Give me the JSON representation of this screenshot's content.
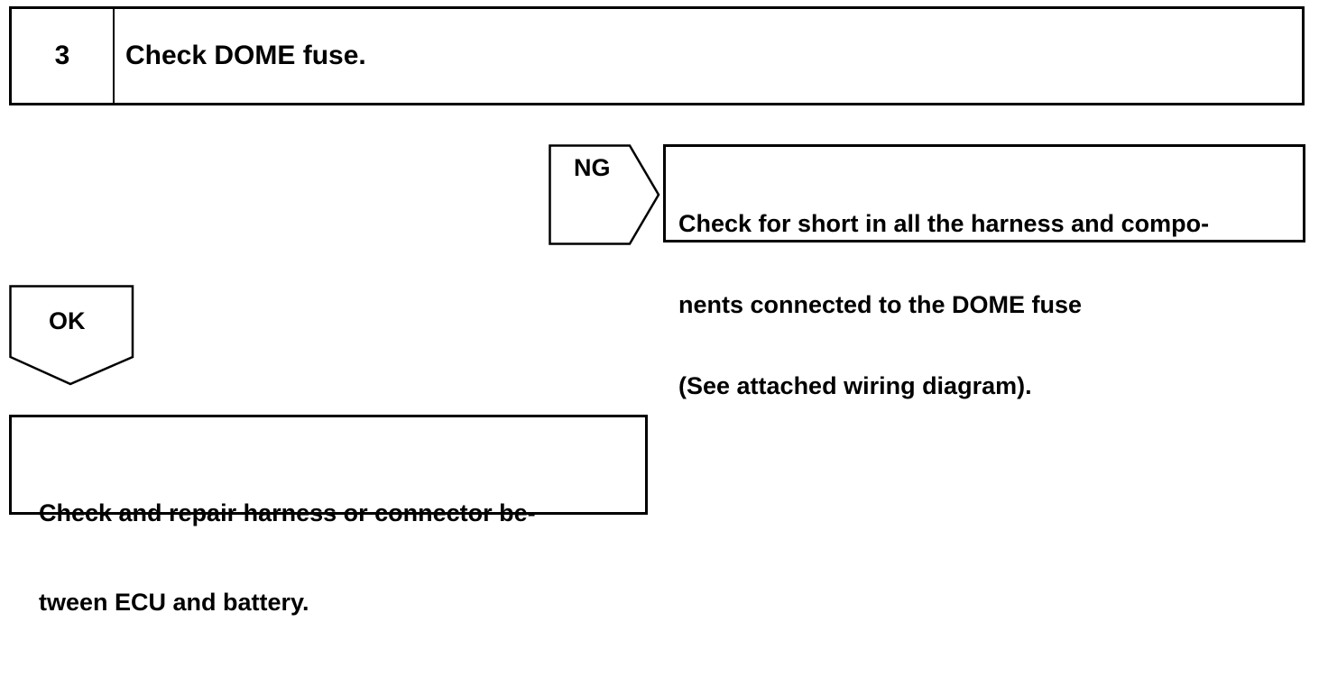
{
  "step": {
    "number": "3",
    "title": "Check DOME fuse."
  },
  "ng_branch": {
    "label": "NG",
    "result_lines": [
      "Check for short in all the harness and compo-",
      "nents connected to the DOME fuse",
      "(See attached wiring diagram)."
    ]
  },
  "ok_branch": {
    "label": "OK",
    "result_lines": [
      "Check and repair harness or connector be-",
      "tween ECU and battery."
    ]
  }
}
